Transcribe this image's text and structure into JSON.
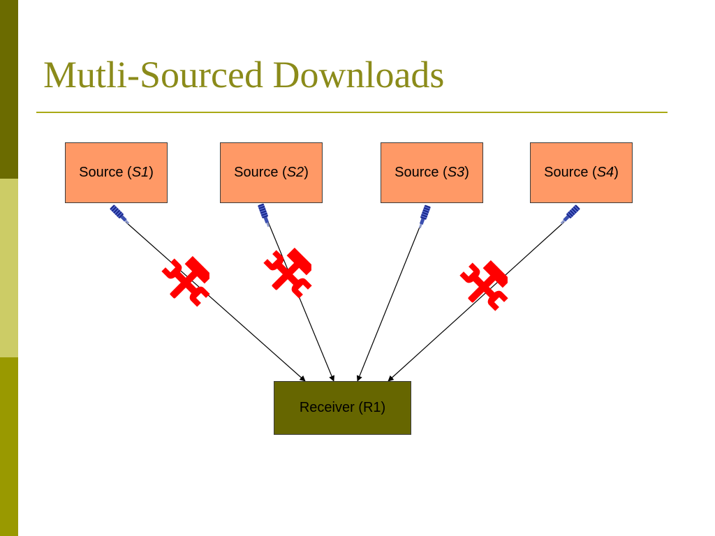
{
  "title": "Mutli-Sourced Downloads",
  "colors": {
    "title_text": "#8b8b1a",
    "rule": "#a9a915",
    "bar_dark": "#6b6b00",
    "bar_light": "#cccc66",
    "bar_mid": "#999900",
    "source_fill": "#ff9966",
    "receiver_fill": "#666600",
    "edge": "#000000",
    "blocked_icon": "#ff0000",
    "connector": "#1c2b8f"
  },
  "sources": [
    {
      "prefix": "Source (",
      "id": "S1",
      "suffix": ")"
    },
    {
      "prefix": "Source (",
      "id": "S2",
      "suffix": ")"
    },
    {
      "prefix": "Source (",
      "id": "S3",
      "suffix": ")"
    },
    {
      "prefix": "Source (",
      "id": "S4",
      "suffix": ")"
    }
  ],
  "receiver": {
    "label": "Receiver (R1)"
  },
  "links": [
    {
      "from": "S1",
      "to": "R1",
      "blocked": true
    },
    {
      "from": "S2",
      "to": "R1",
      "blocked": true
    },
    {
      "from": "S3",
      "to": "R1",
      "blocked": false
    },
    {
      "from": "S4",
      "to": "R1",
      "blocked": true
    }
  ],
  "icons": {
    "blocked": "hammer-wrench-icon",
    "connector": "network-plug-icon"
  }
}
